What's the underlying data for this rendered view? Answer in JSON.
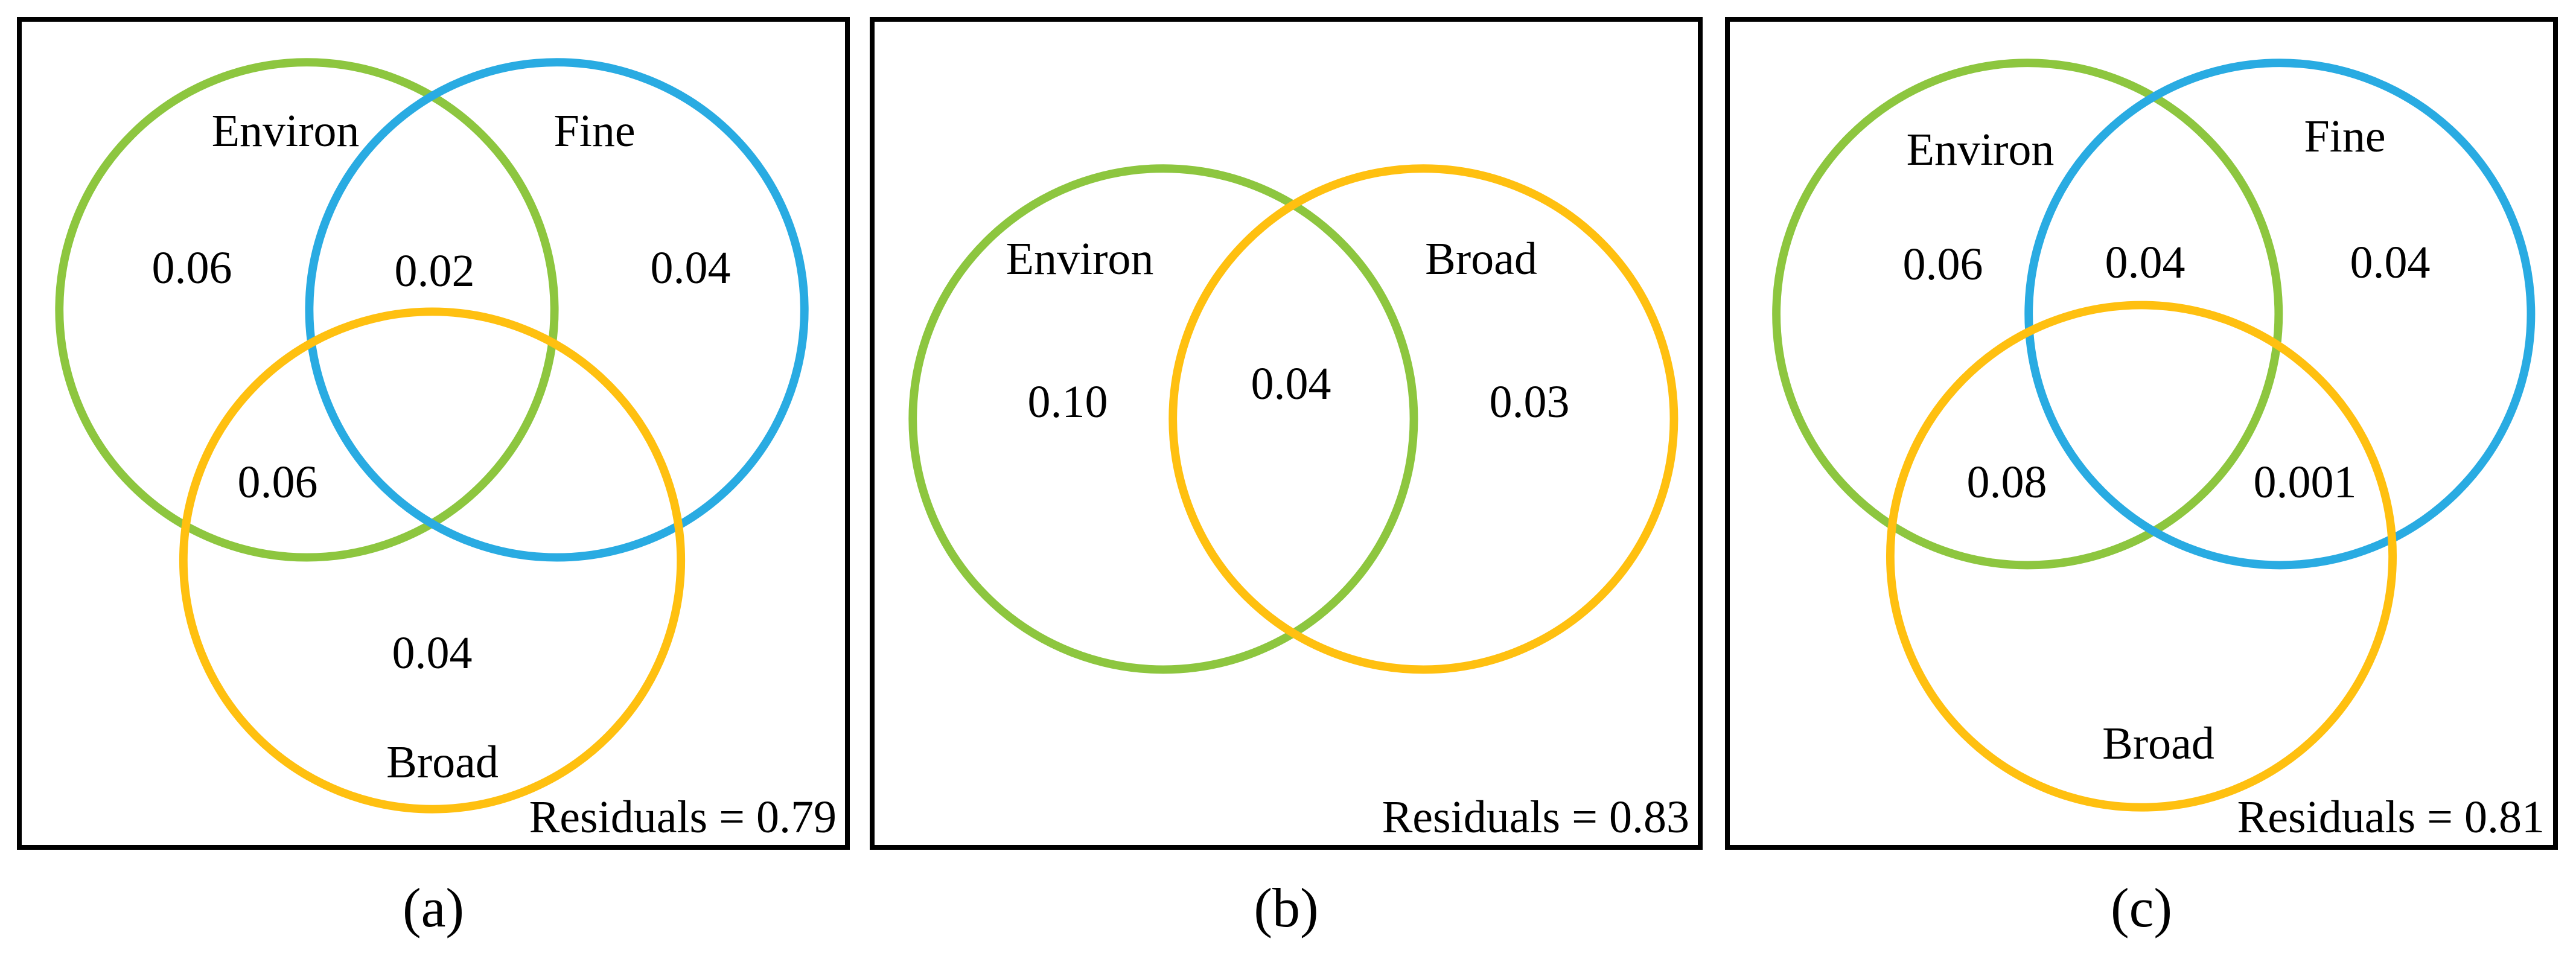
{
  "colors": {
    "environ": "#8DC63F",
    "fine": "#29ABE2",
    "broad": "#FFC010",
    "panel_border": "#000000",
    "text": "#000000"
  },
  "panels": {
    "a": {
      "caption": "(a)",
      "residuals": "Residuals = 0.79",
      "sets": {
        "environ": "Environ",
        "fine": "Fine",
        "broad": "Broad"
      },
      "values": {
        "environ_only": "0.06",
        "environ_fine": "0.02",
        "fine_only": "0.04",
        "environ_broad": "0.06",
        "broad_only": "0.04"
      }
    },
    "b": {
      "caption": "(b)",
      "residuals": "Residuals = 0.83",
      "sets": {
        "environ": "Environ",
        "broad": "Broad"
      },
      "values": {
        "environ_only": "0.10",
        "environ_broad": "0.04",
        "broad_only": "0.03"
      }
    },
    "c": {
      "caption": "(c)",
      "residuals": "Residuals = 0.81",
      "sets": {
        "environ": "Environ",
        "fine": "Fine",
        "broad": "Broad"
      },
      "values": {
        "environ_only": "0.06",
        "environ_fine": "0.04",
        "fine_only": "0.04",
        "environ_broad": "0.08",
        "fine_broad": "0.001"
      }
    }
  }
}
